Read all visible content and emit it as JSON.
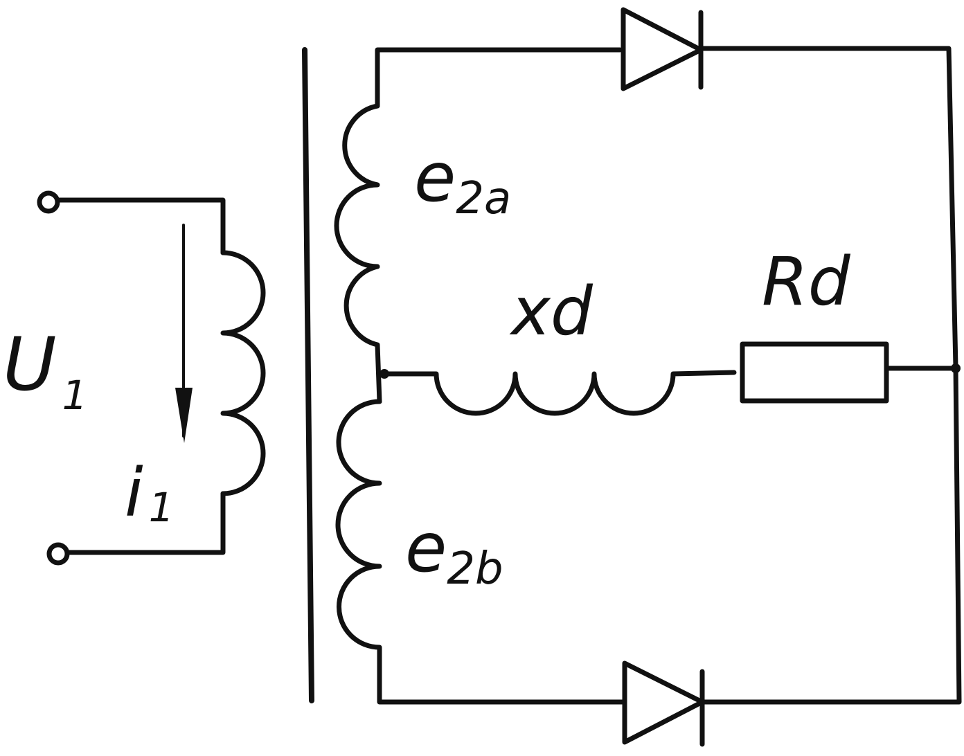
{
  "labels": {
    "primary_voltage": "U",
    "primary_voltage_sub": "1",
    "primary_current": "i",
    "primary_current_sub": "1",
    "secondary_top_emf": "e",
    "secondary_top_emf_sub": "2a",
    "secondary_bottom_emf": "e",
    "secondary_bottom_emf_sub": "2b",
    "smoothing_reactance": "xd",
    "load_resistance": "Rd"
  },
  "colors": {
    "ink": "#111111",
    "background": "#ffffff"
  }
}
